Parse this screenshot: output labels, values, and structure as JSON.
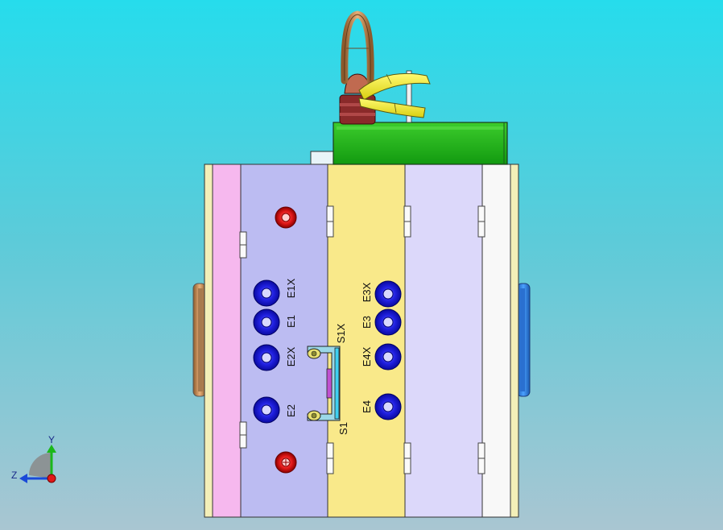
{
  "viewport": {
    "title": ""
  },
  "colors": {
    "background_top": "#26dcec",
    "background_bottom": "#a9c6d2",
    "plate_left_yellow": "#f3efb8",
    "plate_pink": "#f6b8ee",
    "plate_lavender": "#bcbcf2",
    "plate_yellow": "#f9e98a",
    "plate_light_lavender": "#dcd8fa",
    "plate_white": "#f8f8f8",
    "connector_blue": "#1b1bd6",
    "connector_red": "#e02020",
    "top_block_green": "#22b81c",
    "eye_bolt_bronze": "#c98a4c",
    "clip_yellow": "#f2ee2a"
  },
  "connectors": {
    "labels": [
      "E1X",
      "E1",
      "E2X",
      "E2",
      "E3X",
      "E3",
      "E4X",
      "E4"
    ],
    "switch_labels": [
      "S1X",
      "S1"
    ]
  },
  "triad": {
    "y_label": "Y",
    "z_label": "Z"
  }
}
